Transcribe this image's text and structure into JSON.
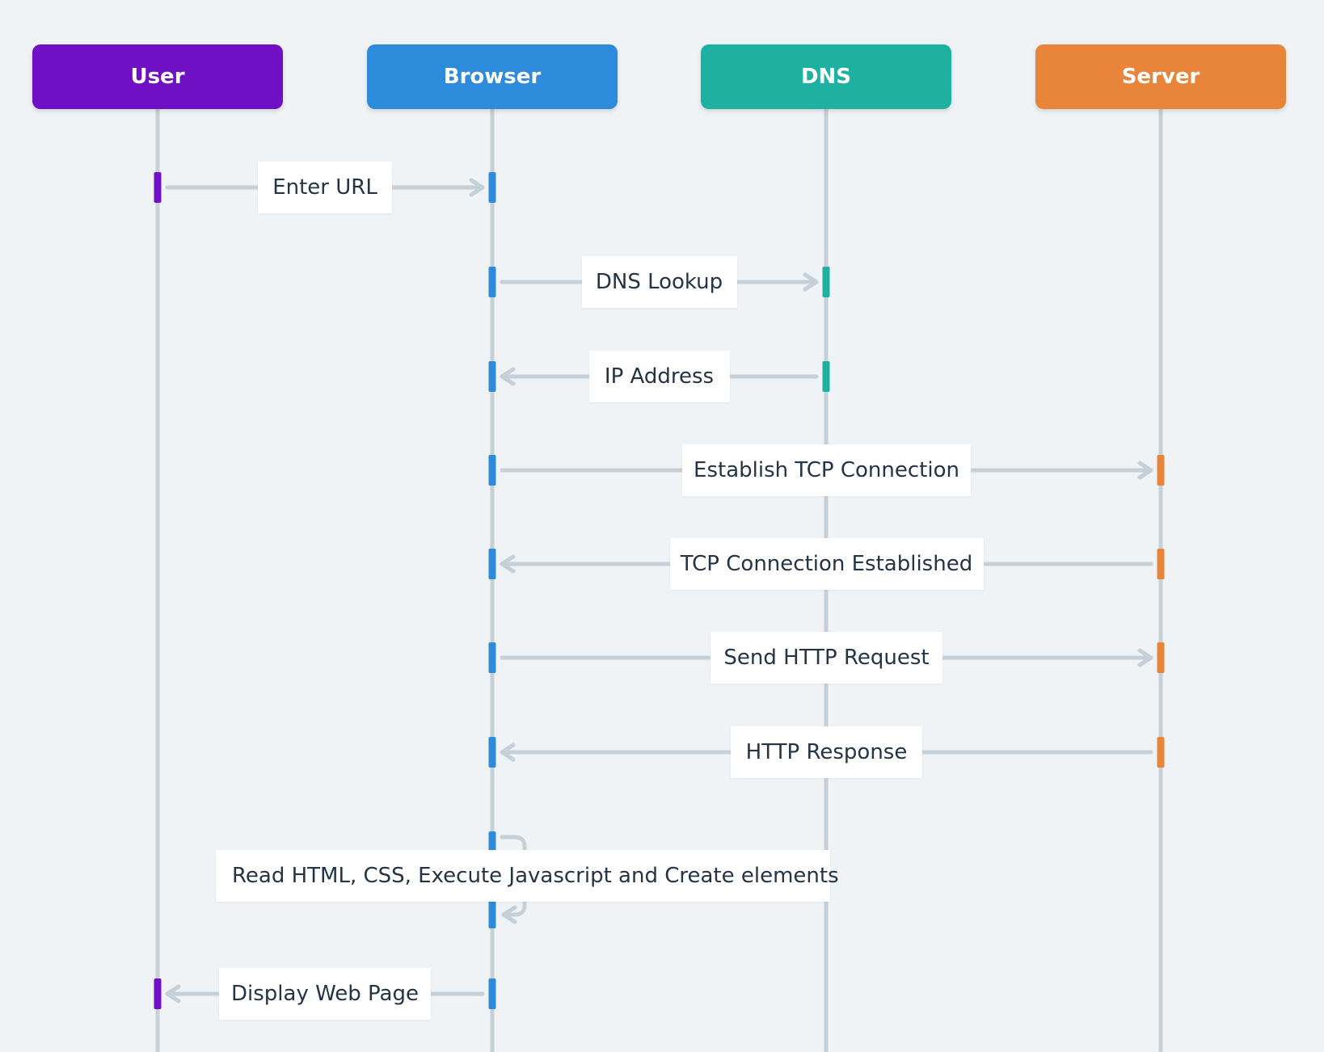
{
  "actors": [
    {
      "id": "user",
      "label": "User",
      "color": "#7010c5"
    },
    {
      "id": "browser",
      "label": "Browser",
      "color": "#2e8adb"
    },
    {
      "id": "dns",
      "label": "DNS",
      "color": "#1eb0a0"
    },
    {
      "id": "server",
      "label": "Server",
      "color": "#e8853b"
    }
  ],
  "messages": [
    {
      "from": "User",
      "to": "Browser",
      "label": "Enter URL"
    },
    {
      "from": "Browser",
      "to": "DNS",
      "label": "DNS Lookup"
    },
    {
      "from": "DNS",
      "to": "Browser",
      "label": "IP Address"
    },
    {
      "from": "Browser",
      "to": "Server",
      "label": "Establish TCP Connection"
    },
    {
      "from": "Server",
      "to": "Browser",
      "label": "TCP Connection Established"
    },
    {
      "from": "Browser",
      "to": "Server",
      "label": "Send HTTP Request"
    },
    {
      "from": "Server",
      "to": "Browser",
      "label": "HTTP Response"
    },
    {
      "from": "Browser",
      "to": "Browser",
      "label": "Read HTML, CSS, Execute Javascript and Create elements"
    },
    {
      "from": "Browser",
      "to": "User",
      "label": "Display Web Page"
    }
  ],
  "style": {
    "background": "#eff3f6",
    "lifeline_color": "#c5d0d9",
    "text_color": "#253444"
  }
}
